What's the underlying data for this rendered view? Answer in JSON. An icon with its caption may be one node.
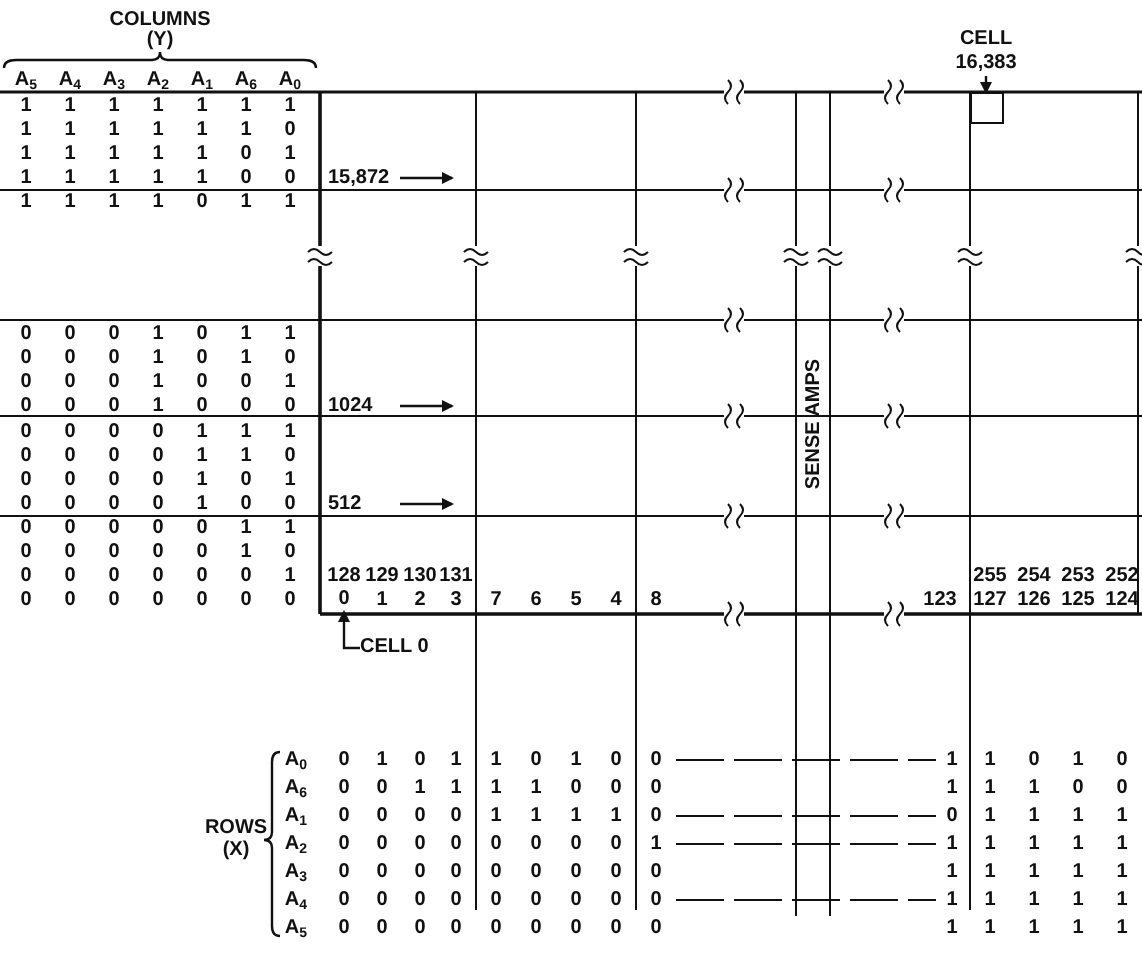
{
  "diagram": {
    "nodes": [
      {
        "text": [
          "CELL 16,383"
        ]
      },
      {
        "text": [],
        "shape": "box"
      },
      {
        "text": [
          "CELL 0"
        ]
      },
      {
        "text": [
          "0"
        ]
      }
    ],
    "edges": [
      {
        "from": 0,
        "to": 1,
        "arrow": "to"
      },
      {
        "from": 2,
        "to": 3,
        "arrow": "to"
      }
    ],
    "labels": [
      "COLUMNS",
      "(Y)",
      "A$_{5}$",
      "A$_{4}$",
      "A$_{3}$",
      "A$_{2}$",
      "A$_{1}$",
      "A$_{6}$",
      "A$_{0}$",
      "1",
      "1",
      "1",
      "1",
      "1",
      "1",
      "1",
      "1",
      "1",
      "1",
      "1",
      "1",
      "1",
      "0",
      "1",
      "1",
      "1",
      "1",
      "1",
      "0",
      "1",
      "1",
      "1",
      "1",
      "1",
      "1",
      "0",
      "0",
      "15,872",
      "1",
      "1",
      "1",
      "1",
      "0",
      "1",
      "1",
      "0",
      "0",
      "0",
      "1",
      "0",
      "1",
      "1",
      "0",
      "0",
      "0",
      "1",
      "0",
      "1",
      "0",
      "0",
      "0",
      "0",
      "1",
      "0",
      "0",
      "1",
      "0",
      "0",
      "0",
      "1",
      "0",
      "0",
      "0",
      "1024",
      "SENSE AMPS",
      "0",
      "0",
      "0",
      "0",
      "1",
      "1",
      "1",
      "0",
      "0",
      "0",
      "0",
      "1",
      "1",
      "0",
      "0",
      "0",
      "0",
      "0",
      "1",
      "0",
      "1",
      "0",
      "0",
      "0",
      "0",
      "1",
      "0",
      "0",
      "512",
      "0",
      "0",
      "0",
      "0",
      "0",
      "1",
      "1",
      "0",
      "0",
      "0",
      "0",
      "0",
      "1",
      "0",
      "0",
      "0",
      "0",
      "0",
      "0",
      "0",
      "1",
      "128",
      "129",
      "130",
      "131",
      "255",
      "254",
      "253",
      "252",
      "0",
      "0",
      "0",
      "0",
      "0",
      "0",
      "0",
      "1",
      "2",
      "3",
      "7",
      "6",
      "5",
      "4",
      "8",
      "123",
      "127",
      "126",
      "125",
      "124",
      "ROWS",
      "(X)",
      "A$_{0}$",
      "0",
      "1",
      "0",
      "1",
      "1",
      "0",
      "1",
      "0",
      "0",
      "1",
      "1",
      "0",
      "1",
      "0",
      "A$_{6}$",
      "0",
      "0",
      "1",
      "1",
      "1",
      "1",
      "0",
      "0",
      "0",
      "1",
      "1",
      "1",
      "0",
      "0",
      "A$_{1}$",
      "0",
      "0",
      "0",
      "0",
      "1",
      "1",
      "1",
      "1",
      "0",
      "0",
      "1",
      "1",
      "1",
      "1",
      "A$_{2}$",
      "0",
      "0",
      "0",
      "0",
      "0",
      "0",
      "0",
      "0",
      "1",
      "1",
      "1",
      "1",
      "1",
      "1",
      "A$_{3}$",
      "0",
      "0",
      "0",
      "0",
      "0",
      "0",
      "0",
      "0",
      "0",
      "1",
      "1",
      "1",
      "1",
      "1",
      "A$_{4}$",
      "0",
      "0",
      "0",
      "0",
      "0",
      "0",
      "0",
      "0",
      "0",
      "1",
      "1",
      "1",
      "1",
      "1",
      "A$_{5}$",
      "0",
      "0",
      "0",
      "0",
      "0",
      "0",
      "0",
      "0",
      "0",
      "1",
      "1",
      "1",
      "1",
      "1"
    ]
  }
}
